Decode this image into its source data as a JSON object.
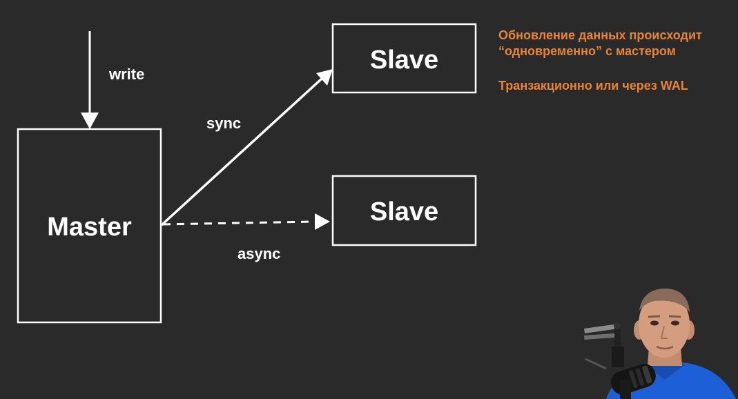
{
  "nodes": {
    "master": {
      "label": "Master"
    },
    "slave_sync": {
      "label": "Slave"
    },
    "slave_async": {
      "label": "Slave"
    }
  },
  "edges": {
    "write": {
      "label": "write"
    },
    "sync": {
      "label": "sync",
      "style": "solid"
    },
    "async": {
      "label": "async",
      "style": "dashed"
    }
  },
  "notes": {
    "line1": "Обновление данных происходит",
    "line2": "“одновременно” с мастером",
    "line3": "Транзакционно или через WAL"
  },
  "colors": {
    "background": "#2a2a2a",
    "stroke": "#ffffff",
    "note_text": "#e8843a"
  }
}
